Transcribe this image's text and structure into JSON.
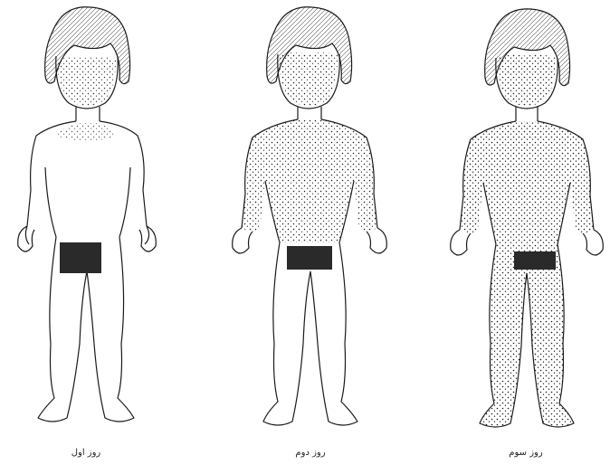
{
  "captions": {
    "day1": "روز اول",
    "day2": "روز دوم",
    "day3": "روز سوم"
  },
  "figures": [
    {
      "id": "day1",
      "rash": "face and upper chest"
    },
    {
      "id": "day2",
      "rash": "face, trunk and arms"
    },
    {
      "id": "day3",
      "rash": "whole body including legs"
    }
  ],
  "colors": {
    "ink": "#1a1a1a",
    "paper": "#ffffff"
  }
}
